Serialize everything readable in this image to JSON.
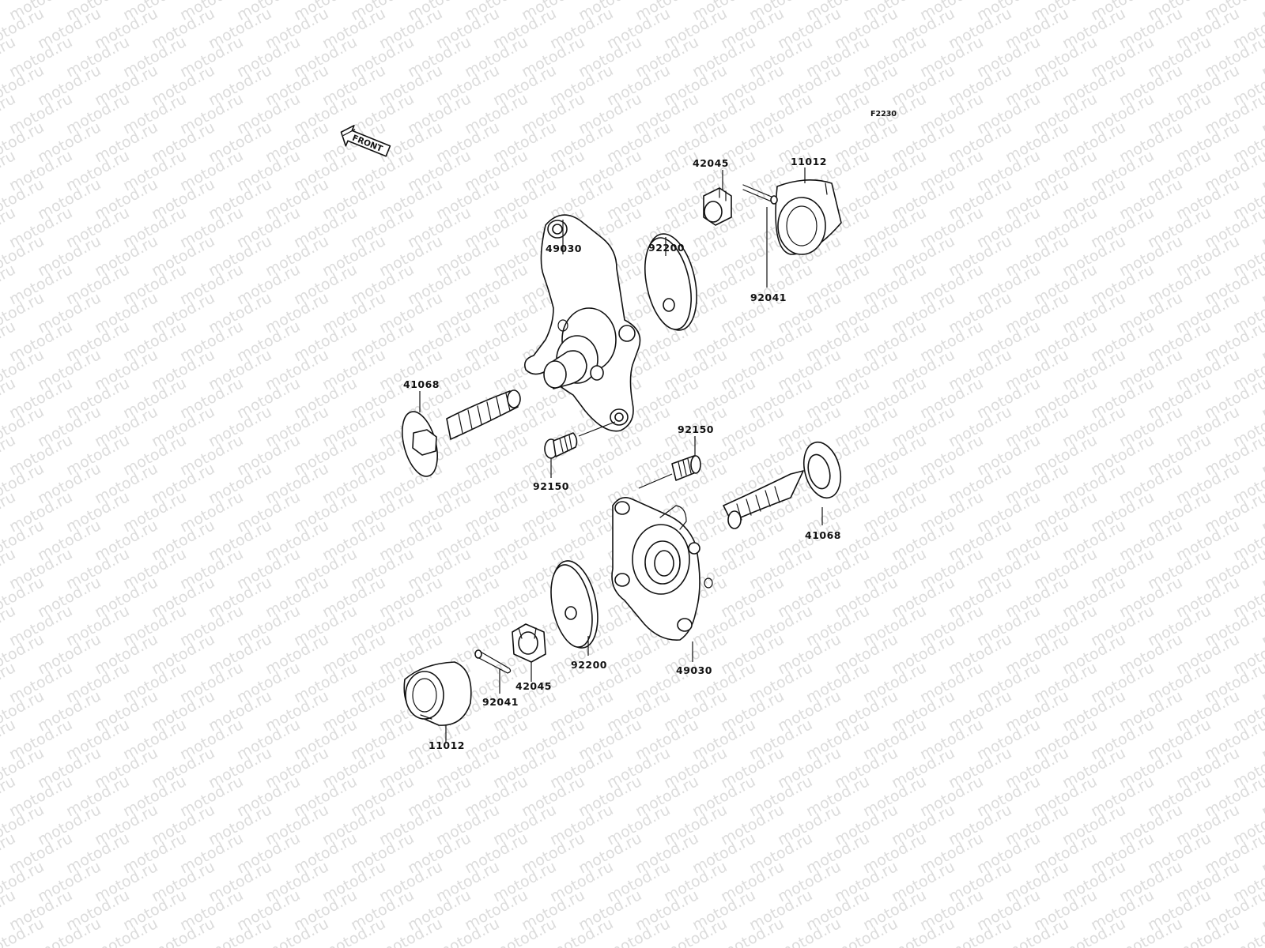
{
  "diagram": {
    "figure_code": "F2230",
    "direction_marker": "FRONT",
    "watermark": "motod.ru",
    "parts": {
      "hub_upper": "49030",
      "hub_lower": "49030",
      "axle_upper": "41068",
      "axle_lower": "41068",
      "washer_upper": "92200",
      "washer_lower": "92200",
      "nut_upper": "42045",
      "nut_lower": "42045",
      "cotter_pin_upper": "92041",
      "cotter_pin_lower": "92041",
      "cap_upper": "11012",
      "cap_lower": "11012",
      "stud_upper": "92150",
      "stud_lower": "92150"
    }
  }
}
